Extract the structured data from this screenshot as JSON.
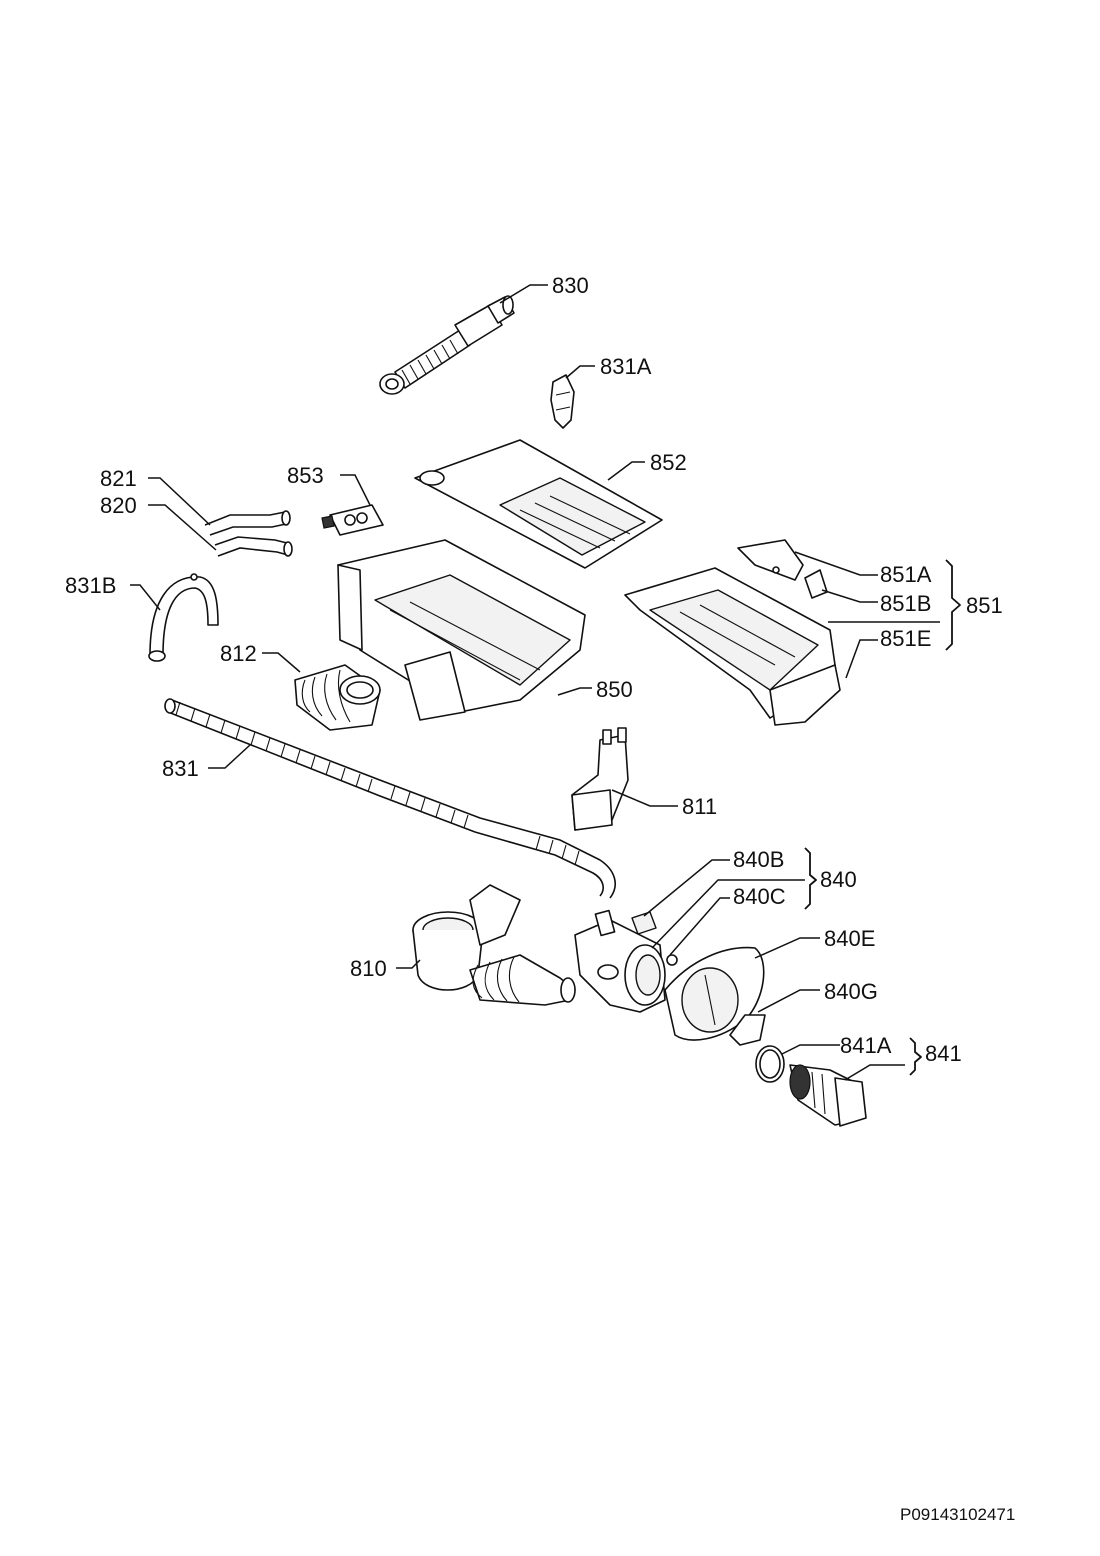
{
  "diagram": {
    "labels": {
      "l830": "830",
      "l831A": "831A",
      "l852": "852",
      "l821": "821",
      "l820": "820",
      "l853": "853",
      "l831B": "831B",
      "l812": "812",
      "l850": "850",
      "l851A": "851A",
      "l851B": "851B",
      "l851E": "851E",
      "l851": "851",
      "l831": "831",
      "l811": "811",
      "l840B": "840B",
      "l840C": "840C",
      "l840": "840",
      "l840E": "840E",
      "l840G": "840G",
      "l810": "810",
      "l841A": "841A",
      "l841": "841"
    },
    "document_code": "P09143102471"
  }
}
